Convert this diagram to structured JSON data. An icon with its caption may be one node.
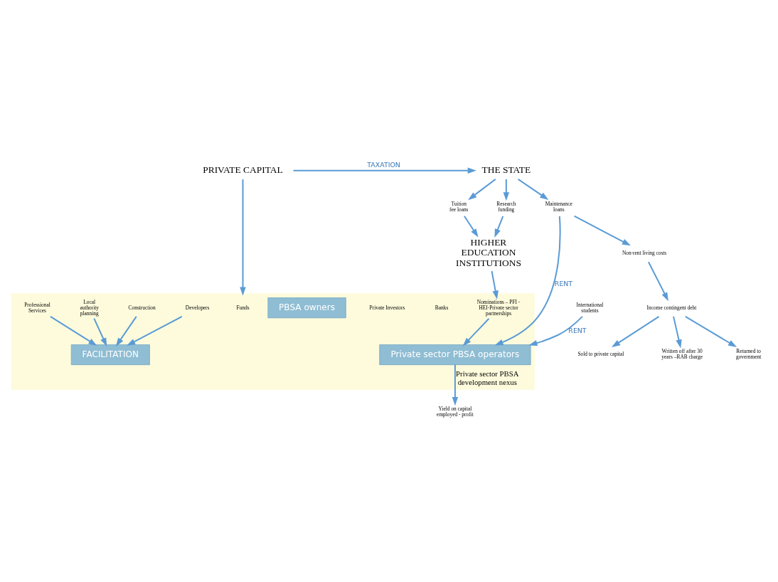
{
  "diagram": {
    "nodes": [
      {
        "text": [
          "THE STATE"
        ]
      },
      {
        "text": [
          "PRIVATE CAPITAL"
        ]
      },
      {
        "text": [
          "Tuition fee loans"
        ]
      },
      {
        "text": [
          "Research funding"
        ]
      },
      {
        "text": [
          "Maintenance loans"
        ]
      },
      {
        "text": [
          "International students"
        ]
      },
      {
        "text": [
          "HIGHER EDUCATION INSTITUTIONS"
        ]
      },
      {
        "text": [
          "Private sector PBSA development nexus"
        ]
      },
      {
        "text": [
          "Funds"
        ],
        "in": 7
      },
      {
        "text": [
          "Banks"
        ],
        "in": 7
      },
      {
        "text": [
          "Private Investors"
        ],
        "in": 7
      },
      {
        "text": [
          "PBSA owners"
        ],
        "in": 7
      },
      {
        "text": [
          "Private sector PBSA operators"
        ],
        "in": 7
      },
      {
        "text": [
          "Nominations – PFI - HEI-Private sector partnerships"
        ],
        "in": 7
      },
      {
        "text": [
          "FACILITATION"
        ],
        "in": 7
      },
      {
        "text": [
          "Developers"
        ],
        "in": 7
      },
      {
        "text": [
          "Construction"
        ],
        "in": 7
      },
      {
        "text": [
          "Local authority planning"
        ],
        "in": 7
      },
      {
        "text": [
          "Professional Services"
        ],
        "in": 7
      },
      {
        "text": [
          "Non-rent living costs"
        ]
      },
      {
        "text": [
          "Income contingent debt"
        ]
      },
      {
        "text": [
          "Sold to private capital"
        ]
      },
      {
        "text": [
          "Written off after 30 years –RAB charge"
        ]
      },
      {
        "text": [
          "Returned to government"
        ]
      },
      {
        "text": [
          "Yield on capital employed - profit"
        ]
      }
    ],
    "edges": [
      {
        "from": 1,
        "to": 0,
        "arrow": "to",
        "label": "TAXATION"
      },
      {
        "from": 0,
        "to": 2,
        "arrow": "to"
      },
      {
        "from": 0,
        "to": 3,
        "arrow": "to"
      },
      {
        "from": 0,
        "to": 4,
        "arrow": "to"
      },
      {
        "from": 1,
        "to": 7,
        "arrow": "to"
      },
      {
        "from": 2,
        "to": 6,
        "arrow": "to"
      },
      {
        "from": 3,
        "to": 6,
        "arrow": "to"
      },
      {
        "from": 5,
        "to": 12,
        "arrow": "to",
        "label": "RENT"
      },
      {
        "from": 4,
        "to": 12,
        "arrow": "to",
        "label": "RENT"
      },
      {
        "from": 4,
        "to": 19,
        "arrow": "to"
      },
      {
        "from": 6,
        "to": 13,
        "arrow": "to"
      },
      {
        "from": 13,
        "to": 12,
        "arrow": "to"
      },
      {
        "from": 15,
        "to": 14,
        "arrow": "to"
      },
      {
        "from": 16,
        "to": 14,
        "arrow": "to"
      },
      {
        "from": 17,
        "to": 14,
        "arrow": "to"
      },
      {
        "from": 18,
        "to": 14,
        "arrow": "to"
      },
      {
        "from": 19,
        "to": 20,
        "arrow": "to"
      },
      {
        "from": 20,
        "to": 21,
        "arrow": "to"
      },
      {
        "from": 20,
        "to": 22,
        "arrow": "to"
      },
      {
        "from": 20,
        "to": 23,
        "arrow": "to"
      },
      {
        "from": 12,
        "to": 24,
        "arrow": "to"
      }
    ]
  }
}
